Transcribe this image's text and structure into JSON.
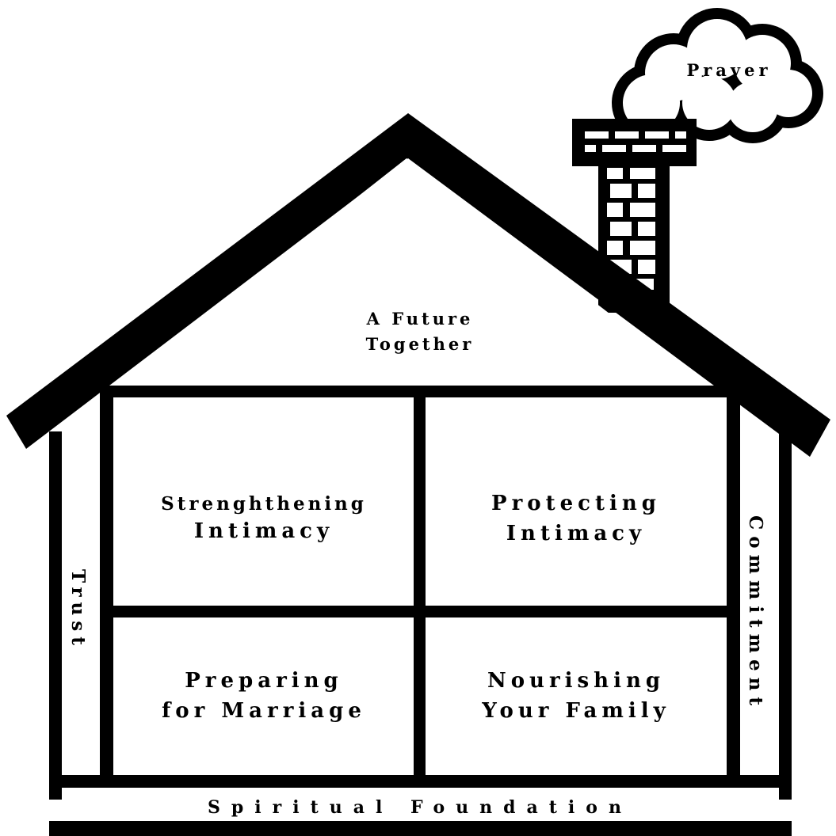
{
  "colors": {
    "ink": "#000000",
    "paper": "#ffffff"
  },
  "icons": [
    "chimney-icon",
    "cloud-icon",
    "roof-icon"
  ],
  "labels": {
    "prayer": "Prayer",
    "future_line1": "A Future",
    "future_line2": "Together",
    "strength_line1": "Strenghthening",
    "strength_line2": "Intimacy",
    "protect_line1": "Protecting",
    "protect_line2": "Intimacy",
    "prepare_line1": "Preparing",
    "prepare_line2": "for Marriage",
    "nourish_line1": "Nourishing",
    "nourish_line2": "Your Family",
    "trust": "Trust",
    "commitment": "Commitment",
    "foundation": "Spiritual Foundation"
  }
}
